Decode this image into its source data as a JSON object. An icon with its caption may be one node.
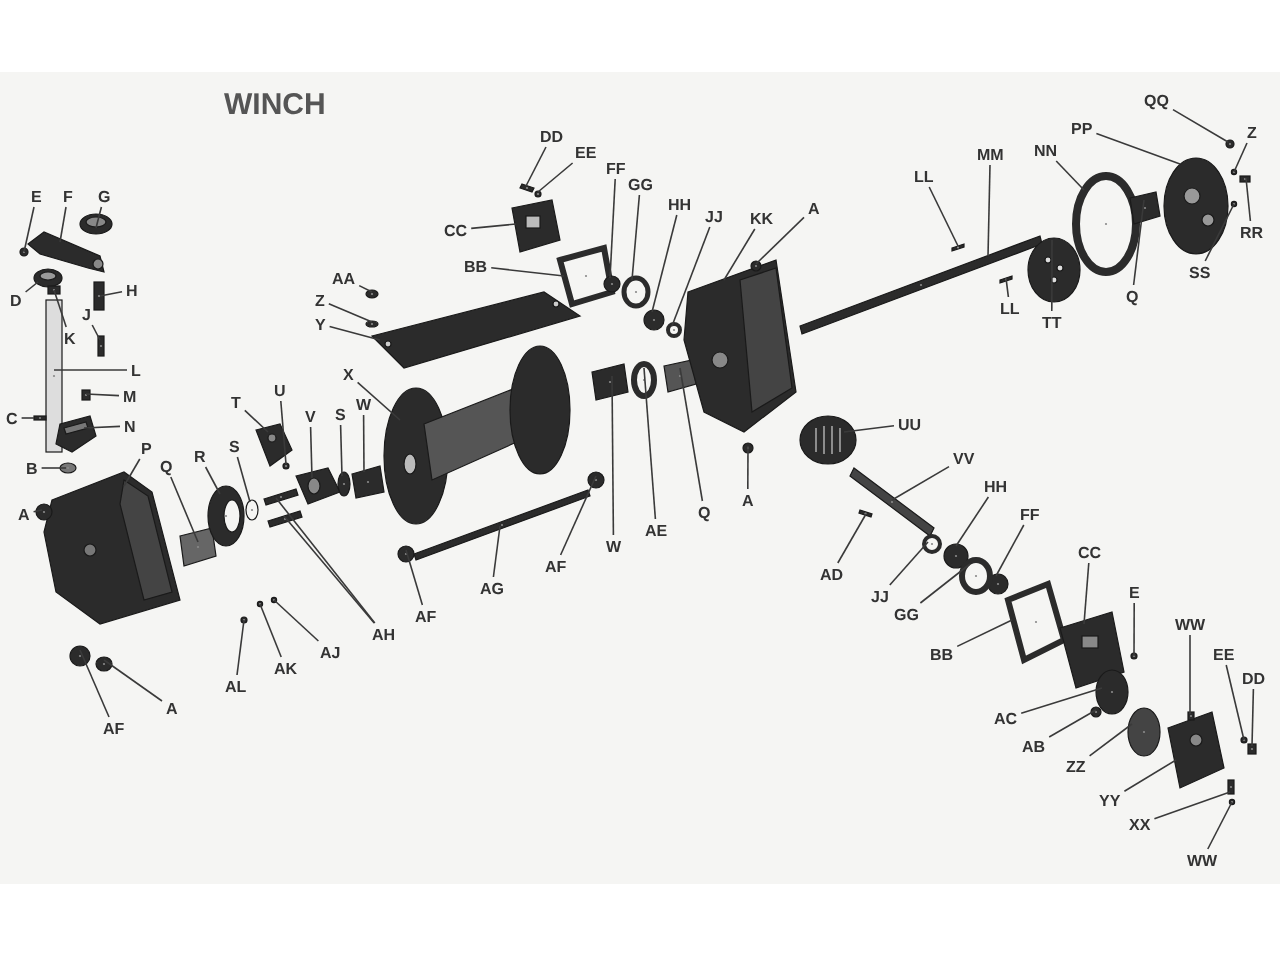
{
  "diagram": {
    "title": "WINCH",
    "nodes": [
      {
        "text": [
          "E"
        ]
      },
      {
        "text": [
          "F"
        ]
      },
      {
        "text": [
          "G"
        ]
      },
      {
        "text": [
          "D"
        ]
      },
      {
        "text": [
          "H"
        ]
      },
      {
        "text": [
          "J"
        ]
      },
      {
        "text": [
          "K"
        ]
      },
      {
        "text": [
          "L"
        ]
      },
      {
        "text": [
          "M"
        ]
      },
      {
        "text": [
          "C"
        ]
      },
      {
        "text": [
          "N"
        ]
      },
      {
        "text": [
          "B"
        ]
      },
      {
        "text": [
          "P"
        ]
      },
      {
        "text": [
          "Q"
        ]
      },
      {
        "text": [
          "R"
        ]
      },
      {
        "text": [
          "S"
        ]
      },
      {
        "text": [
          "T"
        ]
      },
      {
        "text": [
          "U"
        ]
      },
      {
        "text": [
          "V"
        ]
      },
      {
        "text": [
          "S"
        ]
      },
      {
        "text": [
          "W"
        ]
      },
      {
        "text": [
          "A"
        ]
      },
      {
        "text": [
          "AF"
        ]
      },
      {
        "text": [
          "A"
        ]
      },
      {
        "text": [
          "AL"
        ]
      },
      {
        "text": [
          "AK"
        ]
      },
      {
        "text": [
          "AJ"
        ]
      },
      {
        "text": [
          "AH"
        ]
      },
      {
        "text": [
          "AF"
        ]
      },
      {
        "text": [
          "AG"
        ]
      },
      {
        "text": [
          "AF"
        ]
      },
      {
        "text": [
          "W"
        ]
      },
      {
        "text": [
          "AE"
        ]
      },
      {
        "text": [
          "Q"
        ]
      },
      {
        "text": [
          "A"
        ]
      },
      {
        "text": [
          "AA"
        ]
      },
      {
        "text": [
          "Z"
        ]
      },
      {
        "text": [
          "Y"
        ]
      },
      {
        "text": [
          "X"
        ]
      },
      {
        "text": [
          "DD"
        ]
      },
      {
        "text": [
          "EE"
        ]
      },
      {
        "text": [
          "CC"
        ]
      },
      {
        "text": [
          "BB"
        ]
      },
      {
        "text": [
          "FF"
        ]
      },
      {
        "text": [
          "GG"
        ]
      },
      {
        "text": [
          "HH"
        ]
      },
      {
        "text": [
          "JJ"
        ]
      },
      {
        "text": [
          "KK"
        ]
      },
      {
        "text": [
          "A"
        ]
      },
      {
        "text": [
          "LL"
        ]
      },
      {
        "text": [
          "MM"
        ]
      },
      {
        "text": [
          "NN"
        ]
      },
      {
        "text": [
          "PP"
        ]
      },
      {
        "text": [
          "QQ"
        ]
      },
      {
        "text": [
          "Z"
        ]
      },
      {
        "text": [
          "RR"
        ]
      },
      {
        "text": [
          "SS"
        ]
      },
      {
        "text": [
          "Q"
        ]
      },
      {
        "text": [
          "TT"
        ]
      },
      {
        "text": [
          "LL"
        ]
      },
      {
        "text": [
          "UU"
        ]
      },
      {
        "text": [
          "VV"
        ]
      },
      {
        "text": [
          "AD"
        ]
      },
      {
        "text": [
          "JJ"
        ]
      },
      {
        "text": [
          "HH"
        ]
      },
      {
        "text": [
          "FF"
        ]
      },
      {
        "text": [
          "GG"
        ]
      },
      {
        "text": [
          "BB"
        ]
      },
      {
        "text": [
          "CC"
        ]
      },
      {
        "text": [
          "E"
        ]
      },
      {
        "text": [
          "AC"
        ]
      },
      {
        "text": [
          "AB"
        ]
      },
      {
        "text": [
          "ZZ"
        ]
      },
      {
        "text": [
          "YY"
        ]
      },
      {
        "text": [
          "XX"
        ]
      },
      {
        "text": [
          "WW"
        ]
      },
      {
        "text": [
          "WW"
        ]
      },
      {
        "text": [
          "EE"
        ]
      },
      {
        "text": [
          "DD"
        ]
      },
      {
        "text": [],
        "shape": "picture"
      },
      {
        "text": [],
        "shape": "picture"
      },
      {
        "text": [],
        "shape": "picture"
      },
      {
        "text": [],
        "shape": "picture"
      },
      {
        "text": [],
        "shape": "picture"
      },
      {
        "text": [],
        "shape": "picture"
      },
      {
        "text": [],
        "shape": "picture"
      },
      {
        "text": [],
        "shape": "picture"
      },
      {
        "text": [],
        "shape": "picture"
      },
      {
        "text": [],
        "shape": "picture"
      },
      {
        "text": [],
        "shape": "picture"
      },
      {
        "text": [],
        "shape": "picture"
      },
      {
        "text": [],
        "shape": "picture"
      },
      {
        "text": [],
        "shape": "picture"
      },
      {
        "text": [],
        "shape": "picture"
      },
      {
        "text": [],
        "shape": "picture"
      },
      {
        "text": [],
        "shape": "picture"
      },
      {
        "text": [],
        "shape": "picture"
      },
      {
        "text": [],
        "shape": "picture"
      },
      {
        "text": [],
        "shape": "picture"
      },
      {
        "text": [],
        "shape": "picture"
      },
      {
        "text": [],
        "shape": "picture"
      },
      {
        "text": [],
        "shape": "picture"
      },
      {
        "text": [],
        "shape": "picture"
      },
      {
        "text": [],
        "shape": "picture"
      },
      {
        "text": [],
        "shape": "picture"
      },
      {
        "text": [],
        "shape": "picture"
      },
      {
        "text": [],
        "shape": "picture"
      },
      {
        "text": [],
        "shape": "picture"
      },
      {
        "text": [],
        "shape": "picture"
      },
      {
        "text": [],
        "shape": "picture"
      },
      {
        "text": [],
        "shape": "picture"
      },
      {
        "text": [],
        "shape": "picture"
      },
      {
        "text": [],
        "shape": "picture"
      },
      {
        "text": [],
        "shape": "picture"
      },
      {
        "text": [],
        "shape": "picture"
      },
      {
        "text": [],
        "shape": "picture"
      },
      {
        "text": [],
        "shape": "picture"
      },
      {
        "text": [],
        "shape": "picture"
      },
      {
        "text": [],
        "shape": "picture"
      },
      {
        "text": [],
        "shape": "picture"
      },
      {
        "text": [],
        "shape": "picture"
      },
      {
        "text": [],
        "shape": "picture"
      },
      {
        "text": [],
        "shape": "picture"
      },
      {
        "text": [],
        "shape": "picture"
      },
      {
        "text": [],
        "shape": "picture"
      },
      {
        "text": [],
        "shape": "picture"
      },
      {
        "text": [],
        "shape": "picture"
      },
      {
        "text": [],
        "shape": "picture"
      },
      {
        "text": [],
        "shape": "picture"
      },
      {
        "text": [],
        "shape": "picture"
      },
      {
        "text": [],
        "shape": "picture"
      },
      {
        "text": [],
        "shape": "picture"
      },
      {
        "text": [],
        "shape": "picture"
      },
      {
        "text": [],
        "shape": "picture"
      },
      {
        "text": [],
        "shape": "picture"
      },
      {
        "text": [],
        "shape": "picture"
      },
      {
        "text": [],
        "shape": "picture"
      },
      {
        "text": [],
        "shape": "picture"
      },
      {
        "text": [],
        "shape": "picture"
      },
      {
        "text": [],
        "shape": "picture"
      },
      {
        "text": [],
        "shape": "picture"
      },
      {
        "text": [],
        "shape": "picture"
      },
      {
        "text": [],
        "shape": "picture"
      },
      {
        "text": [],
        "shape": "picture"
      },
      {
        "text": [],
        "shape": "picture"
      },
      {
        "text": [],
        "shape": "picture"
      },
      {
        "text": [],
        "shape": "picture"
      },
      {
        "text": [],
        "shape": "picture"
      },
      {
        "text": [],
        "shape": "picture"
      },
      {
        "text": [],
        "shape": "picture"
      },
      {
        "text": [],
        "shape": "picture"
      },
      {
        "text": [],
        "shape": "picture"
      },
      {
        "text": [],
        "shape": "picture"
      },
      {
        "text": [],
        "shape": "picture"
      },
      {
        "text": [],
        "shape": "picture"
      },
      {
        "text": [],
        "shape": "picture"
      },
      {
        "text": [],
        "shape": "picture"
      },
      {
        "text": [],
        "shape": "picture"
      },
      {
        "text": [],
        "shape": "picture"
      }
    ],
    "edges": [
      {
        "from": 0,
        "to": 79,
        "arrow": "none"
      },
      {
        "from": 1,
        "to": 80,
        "arrow": "none"
      },
      {
        "from": 2,
        "to": 81,
        "arrow": "none"
      },
      {
        "from": 3,
        "to": 82,
        "arrow": "none"
      },
      {
        "from": 4,
        "to": 83,
        "arrow": "none"
      },
      {
        "from": 5,
        "to": 84,
        "arrow": "none"
      },
      {
        "from": 6,
        "to": 85,
        "arrow": "none"
      },
      {
        "from": 7,
        "to": 86,
        "arrow": "none"
      },
      {
        "from": 8,
        "to": 87,
        "arrow": "none"
      },
      {
        "from": 9,
        "to": 88,
        "arrow": "none"
      },
      {
        "from": 10,
        "to": 89,
        "arrow": "none"
      },
      {
        "from": 11,
        "to": 90,
        "arrow": "none"
      },
      {
        "from": 12,
        "to": 91,
        "arrow": "none"
      },
      {
        "from": 13,
        "to": 92,
        "arrow": "none"
      },
      {
        "from": 14,
        "to": 93,
        "arrow": "none"
      },
      {
        "from": 15,
        "to": 94,
        "arrow": "none"
      },
      {
        "from": 16,
        "to": 95,
        "arrow": "none"
      },
      {
        "from": 17,
        "to": 96,
        "arrow": "none"
      },
      {
        "from": 18,
        "to": 97,
        "arrow": "none"
      },
      {
        "from": 19,
        "to": 98,
        "arrow": "none"
      },
      {
        "from": 20,
        "to": 99,
        "arrow": "none"
      },
      {
        "from": 21,
        "to": 100,
        "arrow": "none"
      },
      {
        "from": 22,
        "to": 101,
        "arrow": "none"
      },
      {
        "from": 23,
        "to": 102,
        "arrow": "none"
      },
      {
        "from": 24,
        "to": 103,
        "arrow": "none"
      },
      {
        "from": 25,
        "to": 104,
        "arrow": "none"
      },
      {
        "from": 26,
        "to": 105,
        "arrow": "none"
      },
      {
        "from": 27,
        "to": 106,
        "arrow": "none"
      },
      {
        "from": 27,
        "to": 107,
        "arrow": "none"
      },
      {
        "from": 28,
        "to": 108,
        "arrow": "none"
      },
      {
        "from": 29,
        "to": 109,
        "arrow": "none"
      },
      {
        "from": 30,
        "to": 110,
        "arrow": "none"
      },
      {
        "from": 31,
        "to": 111,
        "arrow": "none"
      },
      {
        "from": 32,
        "to": 112,
        "arrow": "none"
      },
      {
        "from": 33,
        "to": 113,
        "arrow": "none"
      },
      {
        "from": 34,
        "to": 114,
        "arrow": "none"
      },
      {
        "from": 35,
        "to": 115,
        "arrow": "none"
      },
      {
        "from": 36,
        "to": 116,
        "arrow": "none"
      },
      {
        "from": 37,
        "to": 117,
        "arrow": "none"
      },
      {
        "from": 38,
        "to": 118,
        "arrow": "none"
      },
      {
        "from": 39,
        "to": 119,
        "arrow": "none"
      },
      {
        "from": 40,
        "to": 120,
        "arrow": "none"
      },
      {
        "from": 41,
        "to": 121,
        "arrow": "none"
      },
      {
        "from": 42,
        "to": 122,
        "arrow": "none"
      },
      {
        "from": 43,
        "to": 123,
        "arrow": "none"
      },
      {
        "from": 44,
        "to": 124,
        "arrow": "none"
      },
      {
        "from": 45,
        "to": 125,
        "arrow": "none"
      },
      {
        "from": 46,
        "to": 126,
        "arrow": "none"
      },
      {
        "from": 47,
        "to": 127,
        "arrow": "none"
      },
      {
        "from": 48,
        "to": 128,
        "arrow": "none"
      },
      {
        "from": 49,
        "to": 129,
        "arrow": "none"
      },
      {
        "from": 50,
        "to": 130,
        "arrow": "none"
      },
      {
        "from": 51,
        "to": 131,
        "arrow": "none"
      },
      {
        "from": 52,
        "to": 132,
        "arrow": "none"
      },
      {
        "from": 53,
        "to": 133,
        "arrow": "none"
      },
      {
        "from": 54,
        "to": 134,
        "arrow": "none"
      },
      {
        "from": 55,
        "to": 135,
        "arrow": "none"
      },
      {
        "from": 56,
        "to": 136,
        "arrow": "none"
      },
      {
        "from": 57,
        "to": 137,
        "arrow": "none"
      },
      {
        "from": 58,
        "to": 138,
        "arrow": "none"
      },
      {
        "from": 59,
        "to": 139,
        "arrow": "none"
      },
      {
        "from": 60,
        "to": 140,
        "arrow": "none"
      },
      {
        "from": 61,
        "to": 141,
        "arrow": "none"
      },
      {
        "from": 62,
        "to": 142,
        "arrow": "none"
      },
      {
        "from": 63,
        "to": 143,
        "arrow": "none"
      },
      {
        "from": 64,
        "to": 144,
        "arrow": "none"
      },
      {
        "from": 65,
        "to": 145,
        "arrow": "none"
      },
      {
        "from": 66,
        "to": 146,
        "arrow": "none"
      },
      {
        "from": 67,
        "to": 147,
        "arrow": "none"
      },
      {
        "from": 68,
        "to": 148,
        "arrow": "none"
      },
      {
        "from": 69,
        "to": 149,
        "arrow": "none"
      },
      {
        "from": 70,
        "to": 150,
        "arrow": "none"
      },
      {
        "from": 71,
        "to": 151,
        "arrow": "none"
      },
      {
        "from": 72,
        "to": 152,
        "arrow": "none"
      },
      {
        "from": 73,
        "to": 153,
        "arrow": "none"
      },
      {
        "from": 74,
        "to": 154,
        "arrow": "none"
      },
      {
        "from": 75,
        "to": 155,
        "arrow": "none"
      },
      {
        "from": 76,
        "to": 156,
        "arrow": "none"
      },
      {
        "from": 77,
        "to": 157,
        "arrow": "none"
      },
      {
        "from": 78,
        "to": 158,
        "arrow": "none"
      }
    ]
  }
}
